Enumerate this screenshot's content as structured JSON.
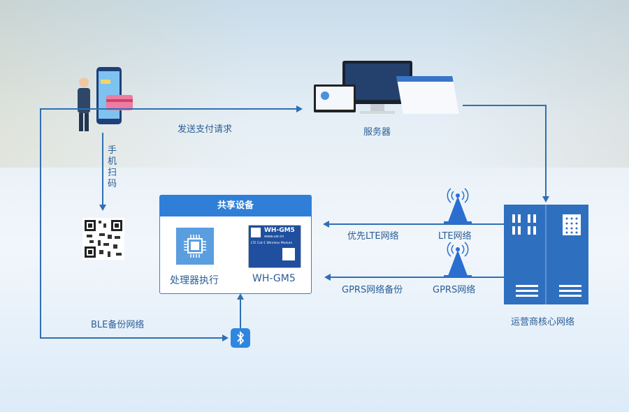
{
  "flow": {
    "send_payment": "发送支付请求",
    "server": "服务器",
    "phone_scan": "手机扫码",
    "ble_backup": "BLE备份网络",
    "lte_priority": "优先LTE网络",
    "lte_network": "LTE网络",
    "gprs_backup": "GPRS网络备份",
    "gprs_network": "GPRS网络",
    "core_network": "运营商核心网络"
  },
  "device": {
    "title": "共享设备",
    "processor_label": "处理器执行",
    "module_label": "WH-GM5",
    "module": {
      "model": "WH-GM5",
      "url": "www.usr.cn",
      "desc": "LTE Cat-1 Wireless Module"
    }
  },
  "colors": {
    "primary": "#2f7fd8",
    "line": "#2f6fb3",
    "text": "#2a5e96"
  }
}
